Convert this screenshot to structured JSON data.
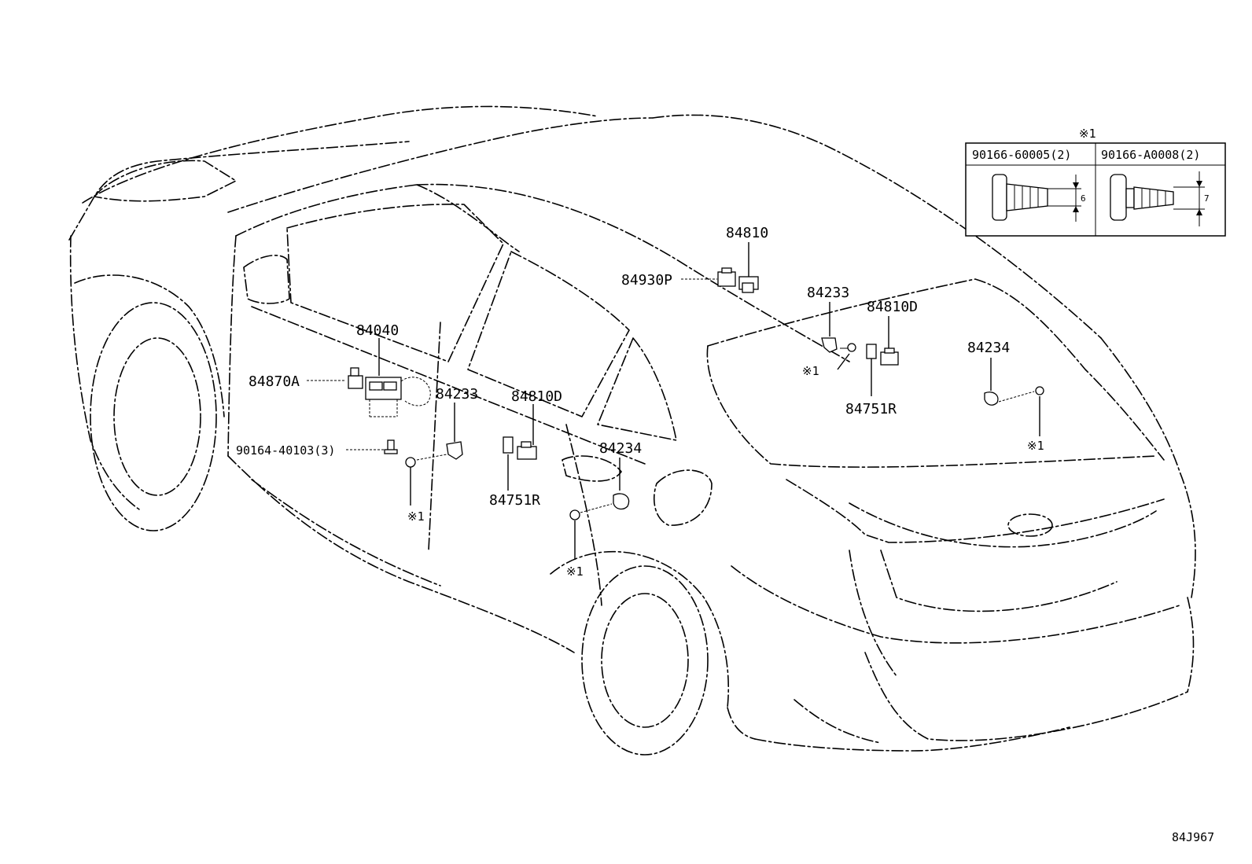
{
  "diagram_id": "84J967",
  "callouts": {
    "p84810": "84810",
    "p84930P": "84930P",
    "p84233_rear": "84233",
    "p84810D_rear": "84810D",
    "p84234_rear": "84234",
    "p84751R_rear": "84751R",
    "mark_rear_a": "※1",
    "mark_rear_b": "※1",
    "p84040": "84040",
    "p84870A": "84870A",
    "p90164": "90164-40103(3)",
    "p84233_front": "84233",
    "mark_front": "※1",
    "p84810D_front": "84810D",
    "p84751R_front": "84751R",
    "p84234_front": "84234",
    "mark_door": "※1"
  },
  "inset": {
    "ref_mark": "※1",
    "col1_part": "90166-60005(2)",
    "col2_part": "90166-A0008(2)",
    "col1_dim": "6",
    "col2_dim": "7"
  }
}
